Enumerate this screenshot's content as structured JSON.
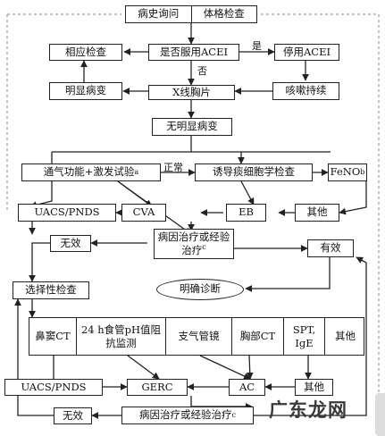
{
  "boxes": {
    "history": "病史询问",
    "physical": "体格检查",
    "acei_question": "是否服用ACEI",
    "stop_acei": "停用ACEI",
    "relevant_exam": "相应检查",
    "obvious_lesion": "明显病变",
    "chest_xray": "X线胸片",
    "cough_persists": "咳嗽持续",
    "no_lesion": "无明显病变",
    "lung_function": "通气功能+激发试验",
    "sputum_cytology": "诱导痰细胞学检查",
    "feno": "FeNO",
    "uacs_top": "UACS/PNDS",
    "cva": "CVA",
    "eb": "EB",
    "others_top": "其他",
    "etiologic_treatment": "病因治疗或经验治疗",
    "ineffective_top": "无效",
    "effective": "有效",
    "selective_exam": "选择性检查",
    "diagnosis": "明确诊断",
    "uacs_bottom": "UACS/PNDS",
    "gerc": "GERC",
    "ac": "AC",
    "others_bottom": "其他",
    "ineffective_bottom": "无效",
    "treatment_bottom": "病因治疗或经验治疗"
  },
  "exam_row": {
    "sinus_ct": "鼻窦CT",
    "ph_monitor": "24 h食管pH值阻抗监测",
    "bronchoscopy": "支气管镜",
    "chest_ct": "胸部CT",
    "spt_ige": "SPT, IgE",
    "others": "其他"
  },
  "edge_labels": {
    "yes": "是",
    "no": "否",
    "normal": "正常"
  },
  "superscripts": {
    "lung_function": "a",
    "feno": "b",
    "etiologic_treatment": "c",
    "treatment_bottom": "c"
  },
  "watermark": "广东龙网"
}
